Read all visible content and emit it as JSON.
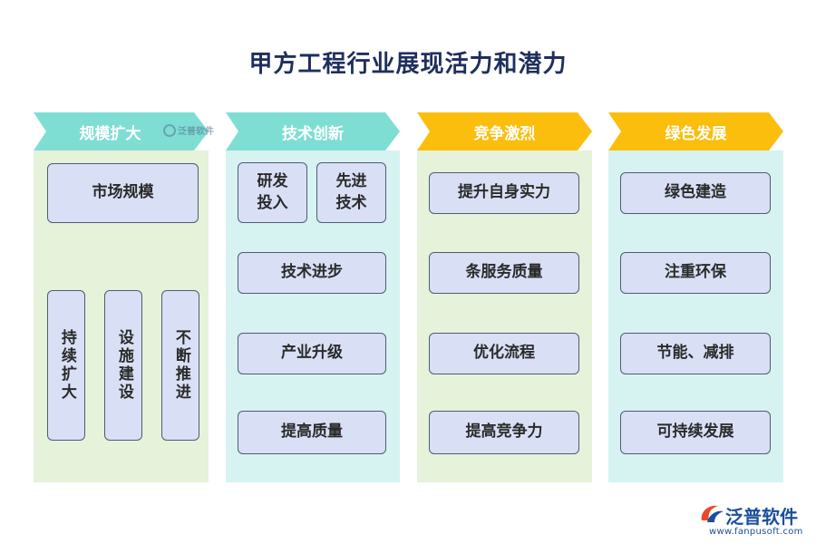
{
  "title": "甲方工程行业展现活力和潜力",
  "colors": {
    "teal_header": "#7fded3",
    "yellow_header": "#fbbe0c",
    "green_bg": "#e6f2d9",
    "cyan_bg": "#d6f3f2",
    "card_fill": "#d9e0f5",
    "card_border": "#4f5b73",
    "title_color": "#1f2f5c"
  },
  "columns": [
    {
      "header": "规模扩大",
      "cards": [
        "市场规模",
        "持续扩大",
        "设施建设",
        "不断推进"
      ]
    },
    {
      "header": "技术创新",
      "cards": [
        "研发投入",
        "先进技术",
        "技术进步",
        "产业升级",
        "提高质量"
      ]
    },
    {
      "header": "竞争激烈",
      "cards": [
        "提升自身实力",
        "条服务质量",
        "优化流程",
        "提高竞争力"
      ]
    },
    {
      "header": "绿色发展",
      "cards": [
        "绿色建造",
        "注重环保",
        "节能、减排",
        "可持续发展"
      ]
    }
  ],
  "watermark": {
    "small_text": "泛普软件",
    "logo_name": "泛普软件",
    "logo_url": "www.fanpusoft.com",
    "logo_icon": "fanpu-logo-icon"
  }
}
